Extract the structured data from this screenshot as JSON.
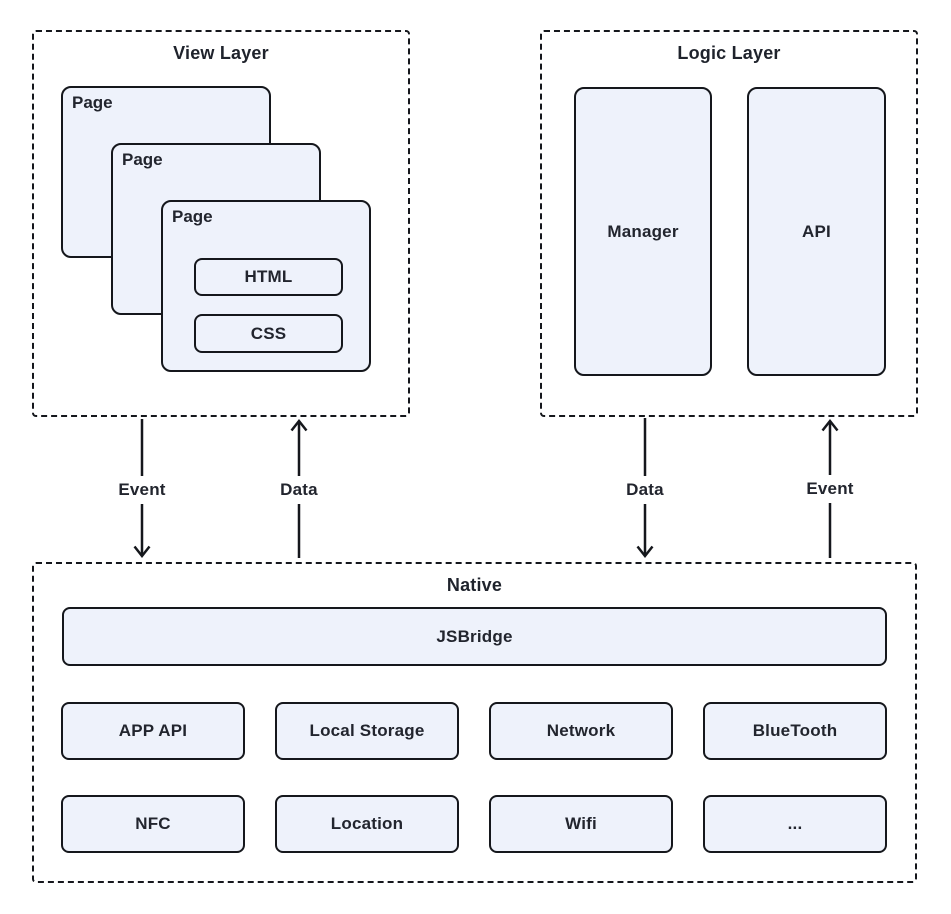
{
  "colors": {
    "ink": "#15171c",
    "node_fill": "#eef2fb",
    "text": "#22252e",
    "background": "#ffffff"
  },
  "view_layer": {
    "title": "View Layer",
    "pages": [
      {
        "label": "Page"
      },
      {
        "label": "Page"
      },
      {
        "label": "Page"
      }
    ],
    "html_label": "HTML",
    "css_label": "CSS"
  },
  "logic_layer": {
    "title": "Logic Layer",
    "manager_label": "Manager",
    "api_label": "API"
  },
  "native_layer": {
    "title": "Native",
    "jsbridge_label": "JSBridge",
    "capabilities_row1": [
      "APP API",
      "Local Storage",
      "Network",
      "BlueTooth"
    ],
    "capabilities_row2": [
      "NFC",
      "Location",
      "Wifi",
      "..."
    ]
  },
  "connections": {
    "view_event": {
      "label": "Event",
      "direction": "down"
    },
    "view_data": {
      "label": "Data",
      "direction": "up"
    },
    "logic_data": {
      "label": "Data",
      "direction": "down"
    },
    "logic_event": {
      "label": "Event",
      "direction": "up"
    }
  }
}
